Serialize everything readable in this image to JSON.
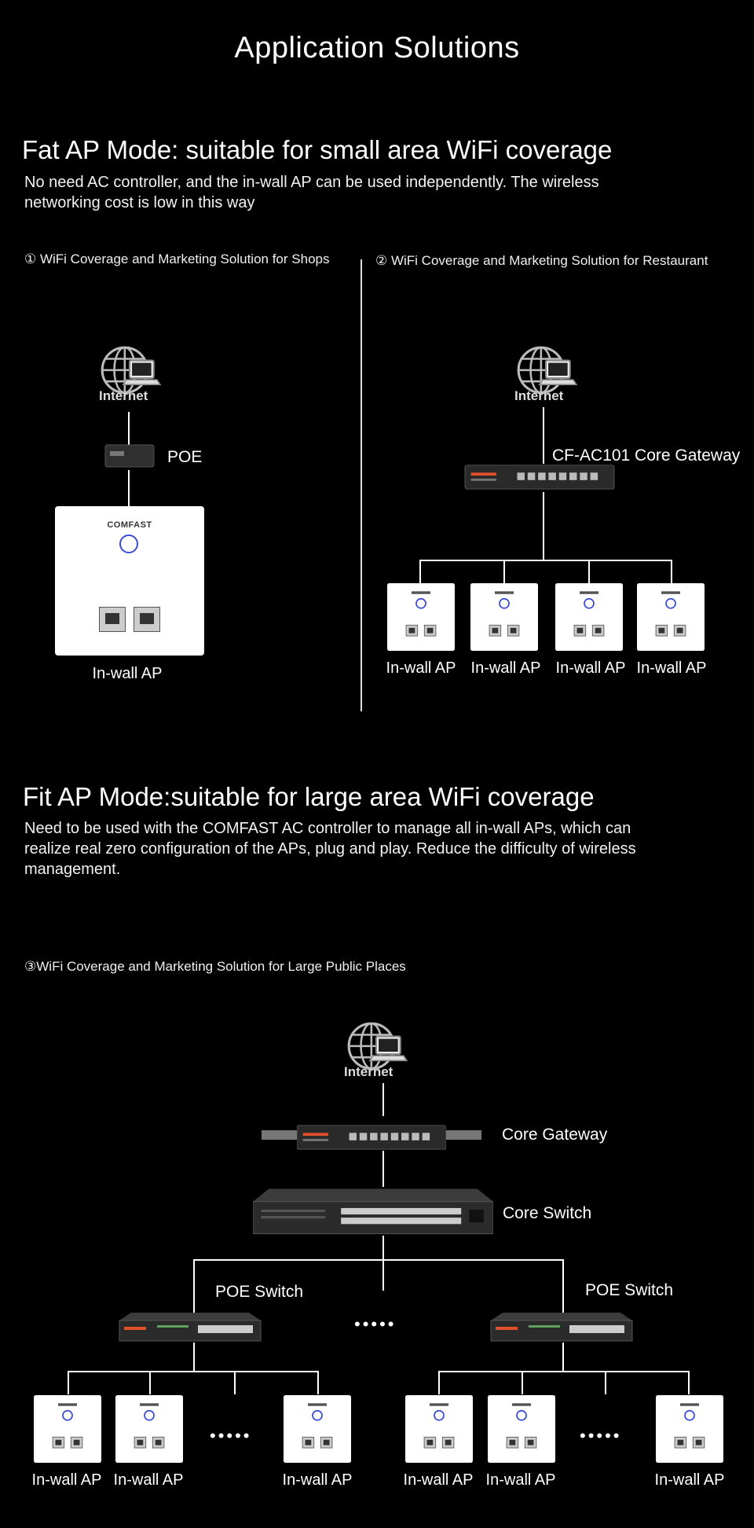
{
  "page_title": "Application Solutions",
  "fat": {
    "heading": "Fat AP Mode: suitable for small area WiFi coverage",
    "desc": "No need AC controller, and the in-wall AP can be used independently. The wireless networking cost is low in this way",
    "shops_caption": "① WiFi Coverage and Marketing Solution for Shops",
    "restaurant_caption": "② WiFi Coverage and Marketing Solution for Restaurant",
    "internet_label": "Internet",
    "poe_label": "POE",
    "brand": "COMFAST",
    "ap_label": "In-wall AP",
    "gateway_label": "CF-AC101 Core Gateway"
  },
  "fit": {
    "heading": "Fit AP Mode:suitable for large area WiFi coverage",
    "desc": "Need to be used with the COMFAST AC controller to manage  all in-wall  APs,  which can realize real zero configuration of the APs, plug and play. Reduce the difficulty of wireless management.",
    "public_caption": "③WiFi Coverage and Marketing Solution for Large Public Places",
    "internet_label": "Internet",
    "core_gateway_label": "Core Gateway",
    "core_switch_label": "Core Switch",
    "poe_switch_label": "POE Switch",
    "ellipsis": "•••••",
    "ap_label": "In-wall AP"
  }
}
